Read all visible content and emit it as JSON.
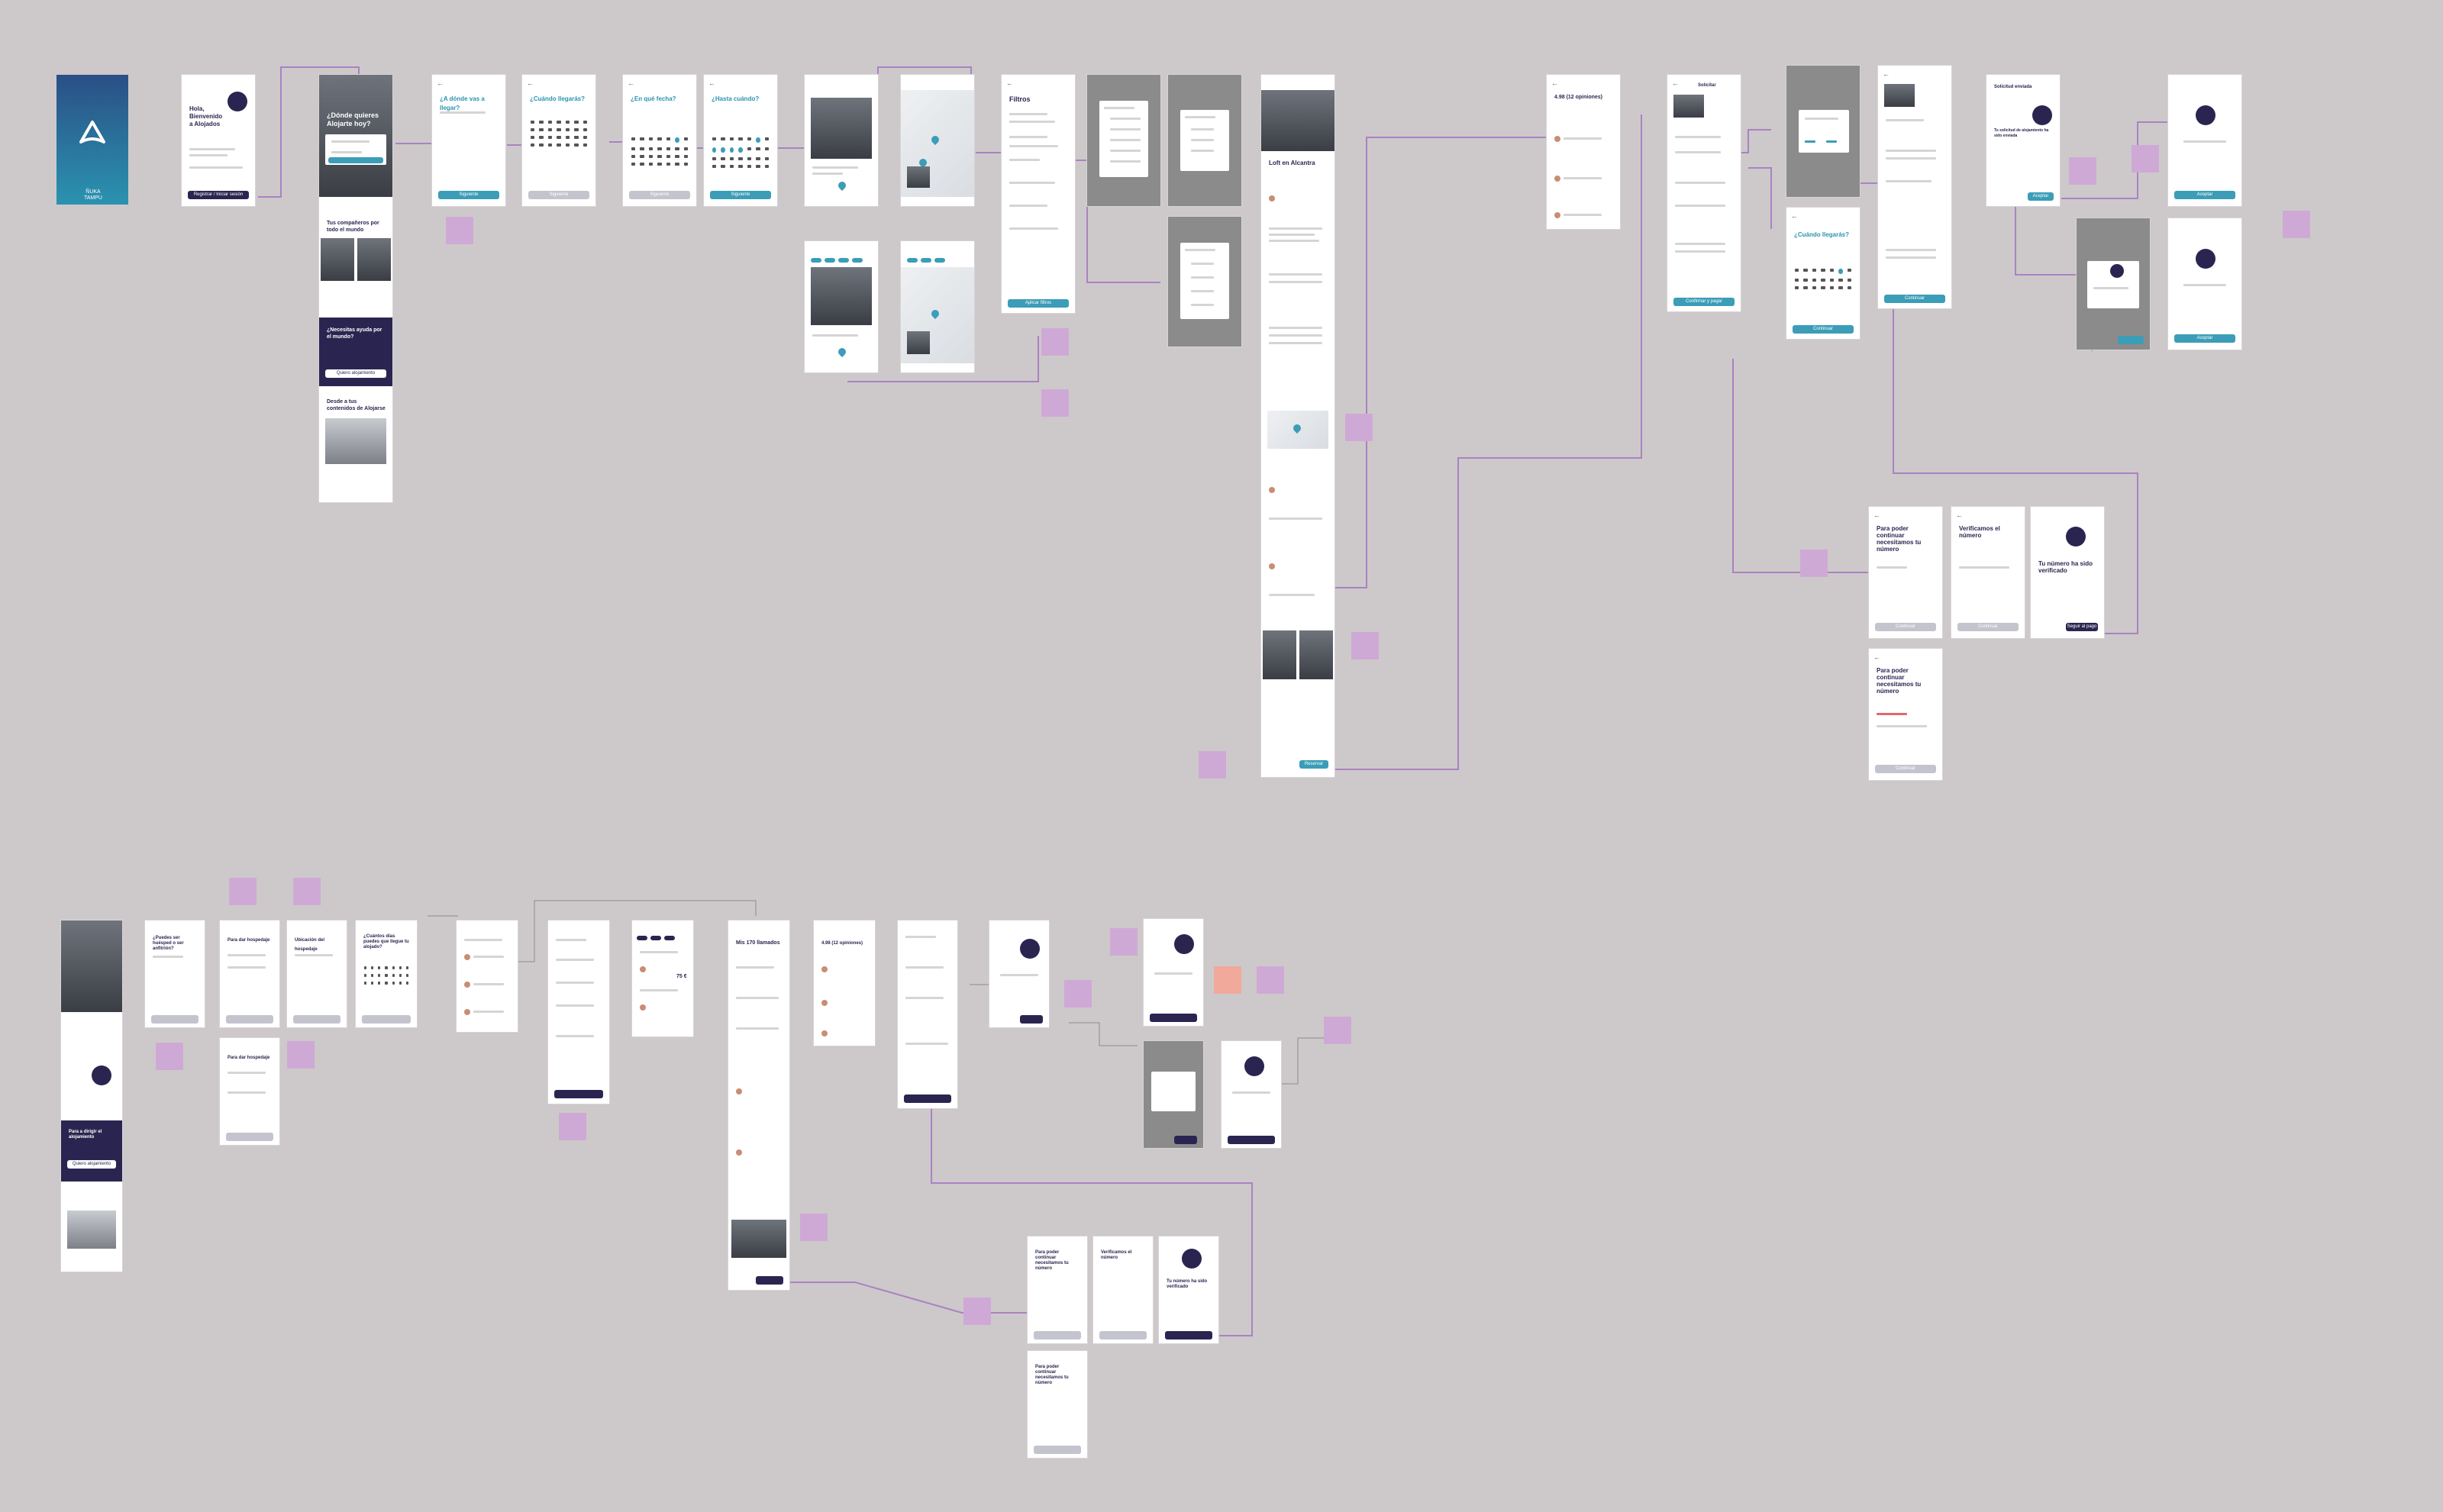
{
  "app": {
    "brand_line1": "ÑUKA",
    "brand_line2": "TAMPU",
    "accent_color": "#3b9db7",
    "navy_color": "#2a2550",
    "board_color": "#cdc9ca",
    "note_color": "#cfa9d6"
  },
  "welcome": {
    "title": "Hola, Bienvenido a Alojados",
    "button": "Registrar / Iniciar sesión"
  },
  "home": {
    "hero_title": "¿Dónde quieres Alojarte hoy?",
    "section_title": "Tus compañeros por todo el mundo",
    "promo_title": "¿Necesitas ayuda por el mundo?",
    "promo_button": "Quiero alojamiento",
    "last_title": "Desde a tus contenidos de Alojarse"
  },
  "search_flow": {
    "where": "¿A dónde vas a llegar?",
    "when": "¿Cuándo llegarás?",
    "when_date": "¿En qué fecha?",
    "stay": "¿Hasta cuándo?",
    "continue": "Siguiente"
  },
  "filters": {
    "title": "Filtros",
    "apply": "Aplicar filtros"
  },
  "listing": {
    "title": "Loft en Alcantra",
    "book": "Reservar"
  },
  "reviews": {
    "title": "4.98 (12 opiniones)"
  },
  "booking": {
    "title": "Solicitar",
    "calendar_title": "¿Cuándo llegarás?",
    "confirm": "Confirmar y pagar",
    "continue": "Continuar"
  },
  "confirmation": {
    "sent_title": "Solicitud enviada",
    "sent_text": "Tu solicitud de alojamiento ha sido enviada",
    "ok": "Aceptar"
  },
  "verify": {
    "title_a": "Para poder continuar necesitamos tu número",
    "title_b": "Verificamos el número",
    "title_c": "Tu número ha sido verificado",
    "continue": "Continuar",
    "done": "Seguir al pago"
  },
  "host_flow": {
    "q1": "¿Puedes ser huésped o ser anfitrión?",
    "q2": "Para dar hospedaje",
    "q3": "Ubicación del hospedaje",
    "q4": "¿Cuántos días puedes que llegue tu alojado?",
    "promo": "Para a dirigir el alojamiento",
    "promo_button": "Quiero alojamiento",
    "offer_title": "Ofrece tu hospedaje"
  },
  "host_listing": {
    "title": "Mis 170 llamados",
    "price": "75 €"
  }
}
